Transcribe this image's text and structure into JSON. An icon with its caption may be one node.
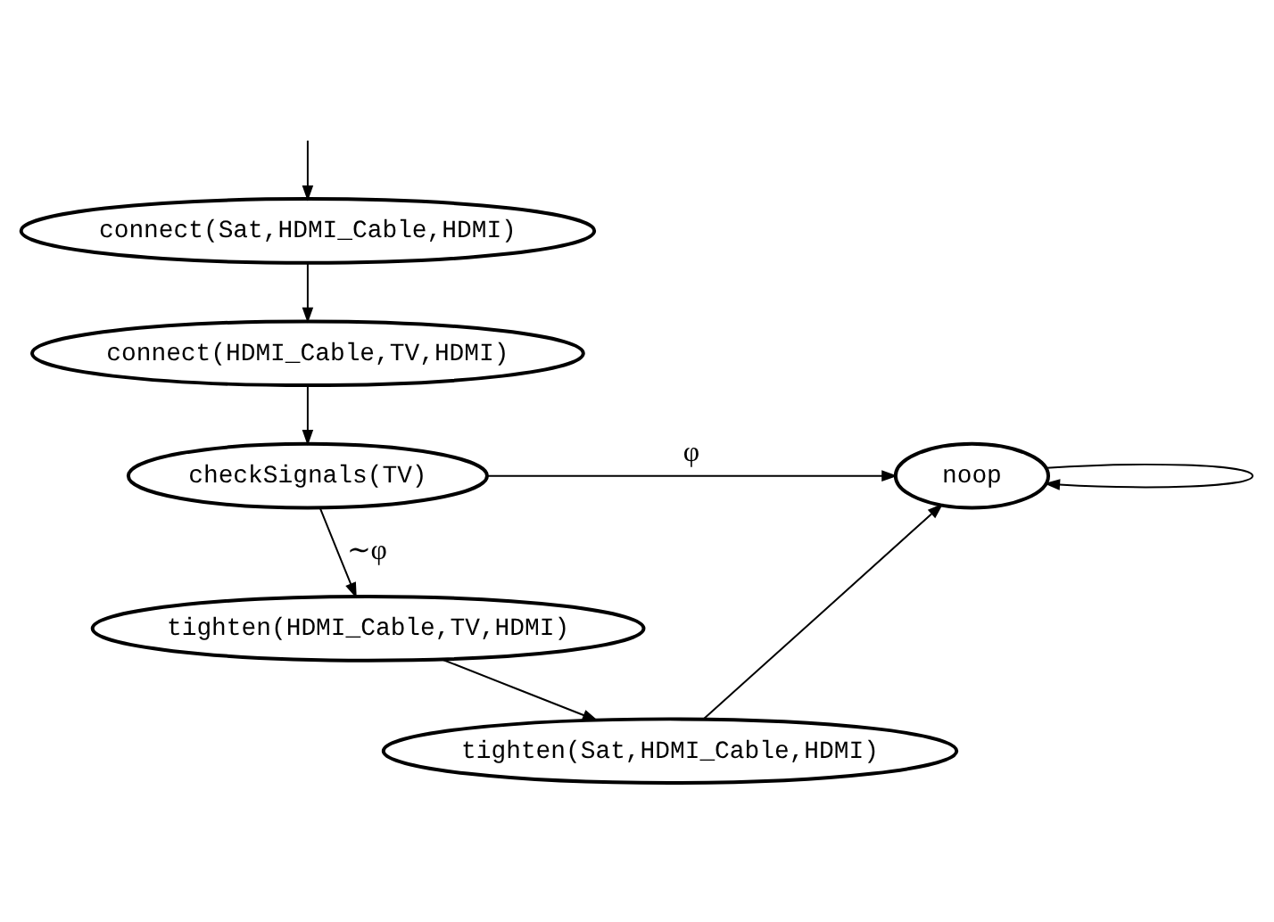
{
  "diagram": {
    "nodes": [
      {
        "text": [
          "connect(Sat,HDMI_Cable,HDMI)"
        ]
      },
      {
        "text": [
          "connect(HDMI_Cable,TV,HDMI)"
        ]
      },
      {
        "text": [
          "checkSignals(TV)"
        ]
      },
      {
        "text": [
          "noop"
        ]
      },
      {
        "text": [
          "tighten(HDMI_Cable,TV,HDMI)"
        ]
      },
      {
        "text": [
          "tighten(Sat,HDMI_Cable,HDMI)"
        ]
      }
    ],
    "edges": [
      {
        "from": null,
        "to": 0,
        "arrow": "to"
      },
      {
        "from": 0,
        "to": 1,
        "arrow": "to"
      },
      {
        "from": 1,
        "to": 2,
        "arrow": "to"
      },
      {
        "from": 2,
        "to": 3,
        "arrow": "to",
        "label": "φ"
      },
      {
        "from": 2,
        "to": 4,
        "arrow": "to",
        "label": "∼φ"
      },
      {
        "from": 4,
        "to": 5,
        "arrow": "to"
      },
      {
        "from": 5,
        "to": 3,
        "arrow": "to"
      },
      {
        "from": 3,
        "to": 3,
        "arrow": "to"
      }
    ]
  }
}
